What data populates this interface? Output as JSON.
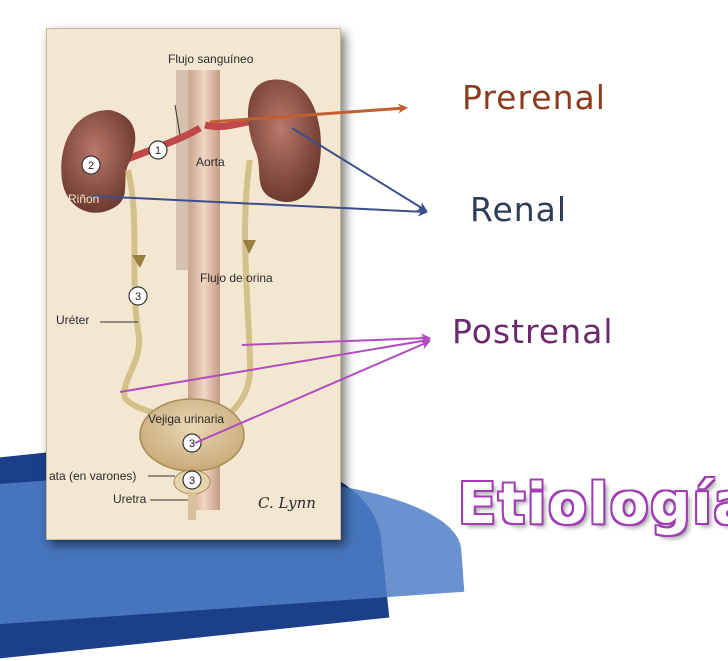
{
  "slide": {
    "title": "Etiología",
    "categories": [
      {
        "label": "Prerenal",
        "color": "#c06030"
      },
      {
        "label": "Renal",
        "color": "#3c4f8c"
      },
      {
        "label": "Postrenal",
        "color": "#b04cc0"
      }
    ]
  },
  "diagram": {
    "labels": {
      "blood_flow": "Flujo sanguíneo",
      "aorta": "Aorta",
      "kidney": "Riñon",
      "urine_flow": "Flujo de orina",
      "ureter": "Uréter",
      "bladder": "Vejiga urinaria",
      "prostate": "ata (en varones)",
      "urethra": "Uretra",
      "signature": "C. Lynn"
    },
    "markers": [
      "1",
      "2",
      "3",
      "3",
      "3"
    ]
  }
}
